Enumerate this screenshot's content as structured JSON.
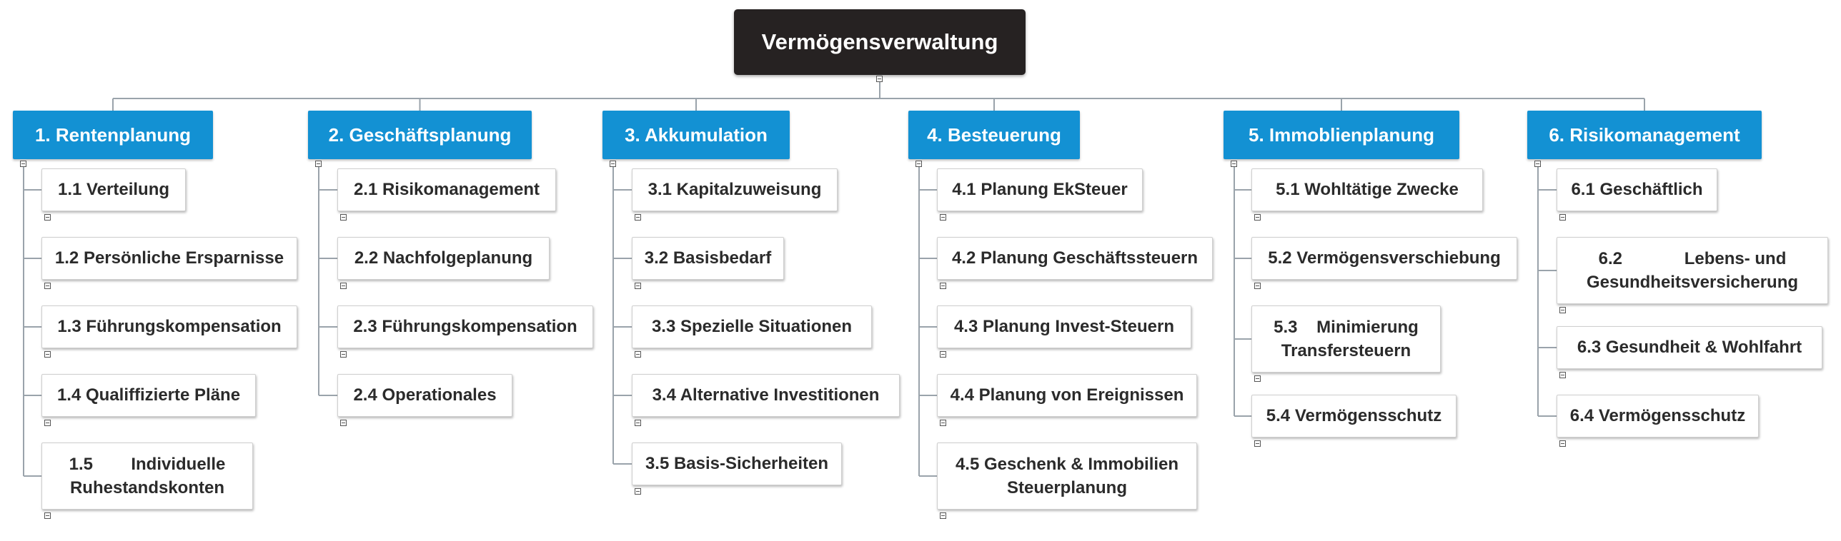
{
  "root": {
    "label": "Vermögensverwaltung"
  },
  "branches": [
    {
      "label": "1.  Rentenplanung",
      "items": [
        "1.1 Verteilung",
        "1.2 Persönliche Ersparnisse",
        "1.3 Führungskompensation",
        "1.4 Qualiffizierte Pläne",
        "1.5        Individuelle\nRuhestandskonten"
      ]
    },
    {
      "label": "2.  Geschäftsplanung",
      "items": [
        "2.1 Risikomanagement",
        "2.2 Nachfolgeplanung",
        "2.3 Führungskompensation",
        "2.4 Operationales"
      ]
    },
    {
      "label": "3.  Akkumulation",
      "items": [
        "3.1 Kapitalzuweisung",
        "3.2 Basisbedarf",
        "3.3 Spezielle Situationen",
        "3.4 Alternative Investitionen",
        "3.5 Basis-Sicherheiten"
      ]
    },
    {
      "label": "4.  Besteuerung",
      "items": [
        "4.1 Planung EkSteuer",
        "4.2 Planung Geschäftssteuern",
        "4.3 Planung Invest-Steuern",
        "4.4 Planung von Ereignissen",
        "4.5 Geschenk & Immobilien\nSteuerplanung"
      ]
    },
    {
      "label": "5.  Immoblienplanung",
      "items": [
        "5.1 Wohltätige Zwecke",
        "5.2 Vermögensverschiebung",
        "5.3    Minimierung\nTransfersteuern",
        "5.4 Vermögensschutz"
      ]
    },
    {
      "label": "6.  Risikomanagement",
      "items": [
        "6.1 Geschäftlich",
        "6.2             Lebens- und\nGesundheitsversicherung",
        "6.3 Gesundheit & Wohlfahrt",
        "6.4 Vermögensschutz"
      ]
    }
  ],
  "colors": {
    "root": "#262222",
    "branch": "#1391d3",
    "connector": "#9aa3ab"
  }
}
